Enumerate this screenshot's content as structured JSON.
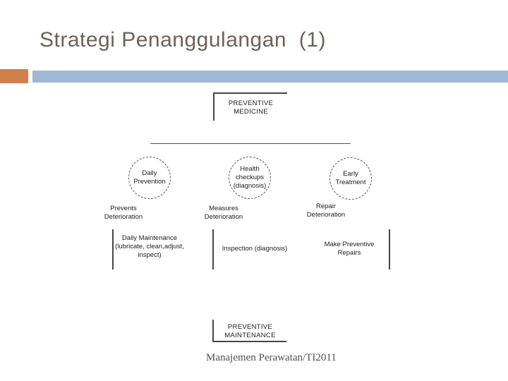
{
  "slide": {
    "title": "Strategi Penanggulangan  (1)",
    "footer": "Manajemen Perawatan/TI2011"
  },
  "theme": {
    "accent_orange": "#d0814b",
    "accent_blue": "#9db9d3",
    "title_color": "#6e6159",
    "line_color": "#464646"
  },
  "diagram": {
    "top_box": "PREVENTIVE\nMEDICINE",
    "circles": [
      {
        "label": "Daily\nPrevention"
      },
      {
        "label": "Health\ncheckups\n(diagnosis)"
      },
      {
        "label": "Early\nTreatment"
      }
    ],
    "outcomes": [
      {
        "label": "Prevents\nDeterioration"
      },
      {
        "label": "Measures\nDeterioration"
      },
      {
        "label": "Repair\nDeterioration"
      }
    ],
    "actions": [
      {
        "label": "Daily Maintenance\n(lubricate, clean,adjust,\ninspect)"
      },
      {
        "label": "Inspection (diagnosis)"
      },
      {
        "label": "Make Preventive\nRepairs"
      }
    ],
    "bottom_box": "PREVENTIVE\nMAINTENANCE"
  }
}
